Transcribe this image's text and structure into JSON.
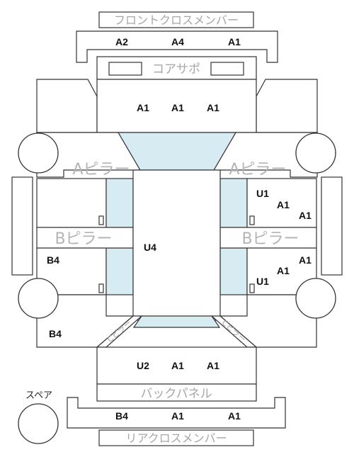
{
  "labels": {
    "front_cross_member": "フロントクロスメンバー",
    "core_support": "コアサポ",
    "a_pillar_left": "Aピラー",
    "a_pillar_right": "Aピラー",
    "b_pillar_left": "Bピラー",
    "b_pillar_right": "Bピラー",
    "c_pillar_left": "Cピラー",
    "c_pillar_right": "Cピラー",
    "back_panel": "バックパネル",
    "rear_cross_member": "リアクロスメンバー",
    "spare": "スペア"
  },
  "grades": {
    "front_cross_member": [
      "A2",
      "A4",
      "A1"
    ],
    "hood": [
      "A1",
      "A1",
      "A1"
    ],
    "roof": "U4",
    "front_right_door": [
      "U1",
      "A1",
      "A1"
    ],
    "rear_right_door": [
      "A1",
      "A1",
      "U1"
    ],
    "rear_left_door": "B4",
    "rear_left_quarter": "B4",
    "trunk": [
      "U2",
      "A1",
      "A1"
    ],
    "rear_cross_member": [
      "B4",
      "A1",
      "A1"
    ]
  }
}
